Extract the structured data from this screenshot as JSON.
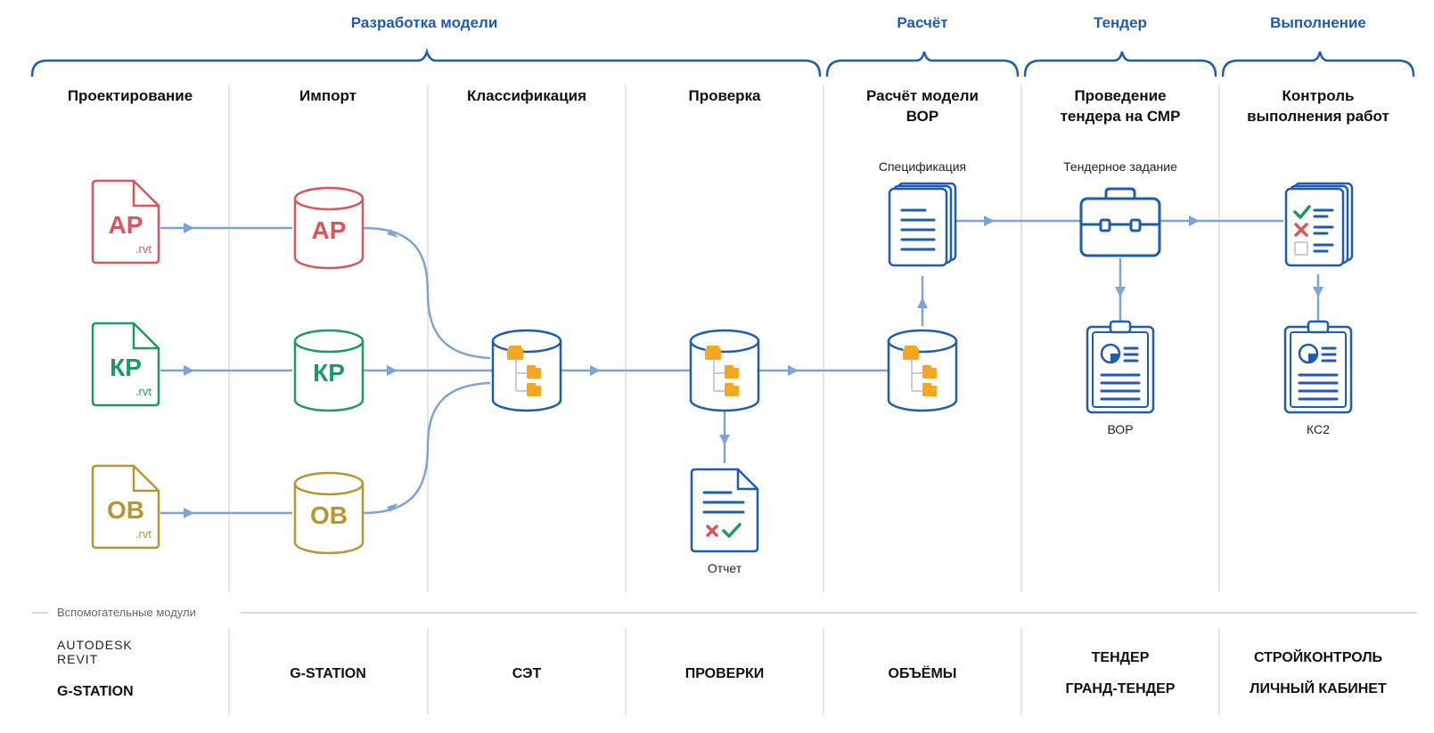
{
  "phases": [
    "Разработка модели",
    "Расчёт",
    "Тендер",
    "Выполнение"
  ],
  "columns": [
    {
      "title": [
        "Проектирование"
      ]
    },
    {
      "title": [
        "Импорт"
      ]
    },
    {
      "title": [
        "Классификация"
      ]
    },
    {
      "title": [
        "Проверка"
      ]
    },
    {
      "title": [
        "Расчёт модели",
        "ВОР"
      ]
    },
    {
      "title": [
        "Проведение",
        "тендера на СМР"
      ]
    },
    {
      "title": [
        "Контроль",
        "выполнения работ"
      ]
    }
  ],
  "files": [
    {
      "code": "АР",
      "ext": ".rvt",
      "color": "#d9545c"
    },
    {
      "code": "КР",
      "ext": ".rvt",
      "color": "#1e9a5e"
    },
    {
      "code": "ОВ",
      "ext": ".rvt",
      "color": "#b89530"
    }
  ],
  "imports": [
    {
      "code": "АР",
      "color": "#d9545c"
    },
    {
      "code": "КР",
      "color": "#1e9a5e"
    },
    {
      "code": "ОВ",
      "color": "#b89530"
    }
  ],
  "captions": {
    "report": "Отчет",
    "specification": "Спецификация",
    "tender_task": "Тендерное задание",
    "vor": "ВОР",
    "ks2": "КС2"
  },
  "auxiliary_label": "Вспомогательные модули",
  "modules": [
    {
      "brand": [
        "AUTODESK",
        "REVIT"
      ],
      "names": [
        "G-STATION"
      ]
    },
    {
      "names": [
        "G-STATION"
      ]
    },
    {
      "names": [
        "СЭТ"
      ]
    },
    {
      "names": [
        "ПРОВЕРКИ"
      ]
    },
    {
      "names": [
        "ОБЪЁМЫ"
      ]
    },
    {
      "names": [
        "ТЕНДЕР",
        "ГРАНД-ТЕНДЕР"
      ]
    },
    {
      "names": [
        "СТРОЙКОНТРОЛЬ",
        "ЛИЧНЫЙ КАБИНЕТ"
      ]
    }
  ],
  "colors": {
    "brand_blue": "#1f5bb0",
    "line_blue": "#7ea3d8",
    "folder_orange": "#f5a623",
    "check_green": "#1e9a5e",
    "cross_red": "#d9545c",
    "divider_gray": "#cccccc"
  }
}
